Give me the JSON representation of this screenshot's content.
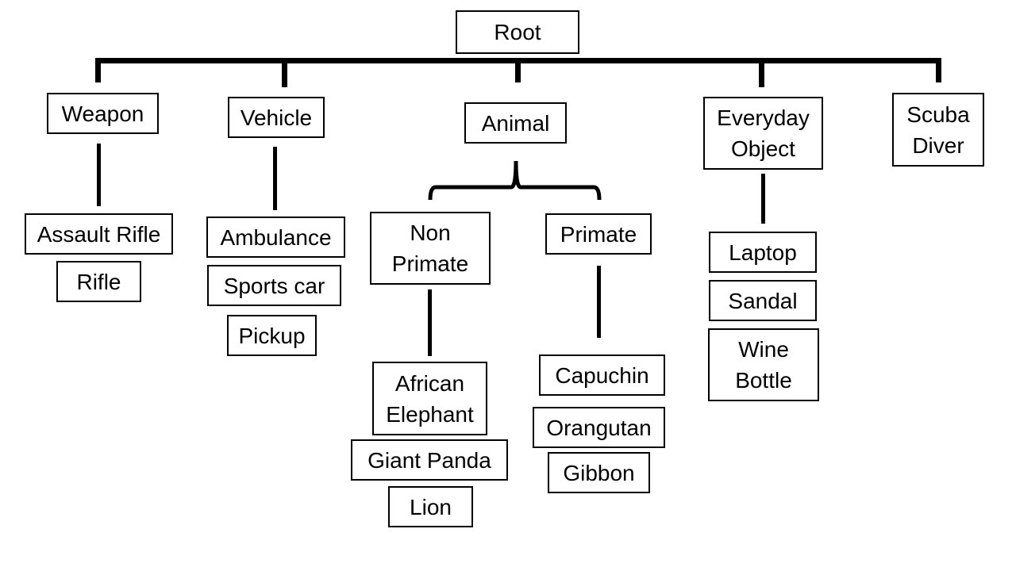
{
  "diagram": {
    "root": "Root",
    "categories": {
      "weapon": "Weapon",
      "vehicle": "Vehicle",
      "animal": "Animal",
      "everyday_object": "Everyday\nObject",
      "scuba_diver": "Scuba\nDiver"
    },
    "subcategories": {
      "non_primate": "Non\nPrimate",
      "primate": "Primate"
    },
    "leaves": {
      "weapon": [
        "Assault Rifle",
        "Rifle"
      ],
      "vehicle": [
        "Ambulance",
        "Sports car",
        "Pickup"
      ],
      "non_primate": [
        "African\nElephant",
        "Giant Panda",
        "Lion"
      ],
      "primate": [
        "Capuchin",
        "Orangutan",
        "Gibbon"
      ],
      "everyday_object": [
        "Laptop",
        "Sandal",
        "Wine\nBottle"
      ]
    }
  }
}
